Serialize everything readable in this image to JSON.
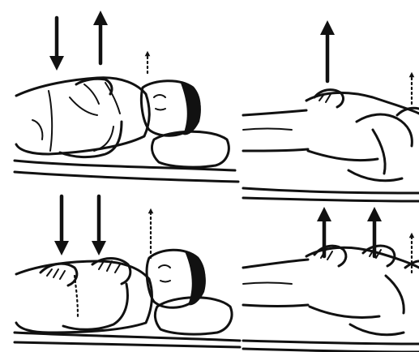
{
  "panels": [
    {
      "id": "top-left",
      "arrows": [
        {
          "direction": "down",
          "style": "solid"
        },
        {
          "direction": "up",
          "style": "solid"
        },
        {
          "direction": "up",
          "style": "dotted"
        }
      ]
    },
    {
      "id": "top-right",
      "arrows": [
        {
          "direction": "up",
          "style": "solid"
        },
        {
          "direction": "up",
          "style": "dotted"
        }
      ]
    },
    {
      "id": "bottom-left",
      "arrows": [
        {
          "direction": "down",
          "style": "solid"
        },
        {
          "direction": "down",
          "style": "solid"
        },
        {
          "direction": "up",
          "style": "dotted"
        }
      ]
    },
    {
      "id": "bottom-right",
      "arrows": [
        {
          "direction": "up",
          "style": "solid"
        },
        {
          "direction": "up",
          "style": "solid"
        },
        {
          "direction": "up",
          "style": "dotted"
        }
      ]
    }
  ],
  "colors": {
    "ink": "#111111",
    "paper": "#ffffff"
  }
}
